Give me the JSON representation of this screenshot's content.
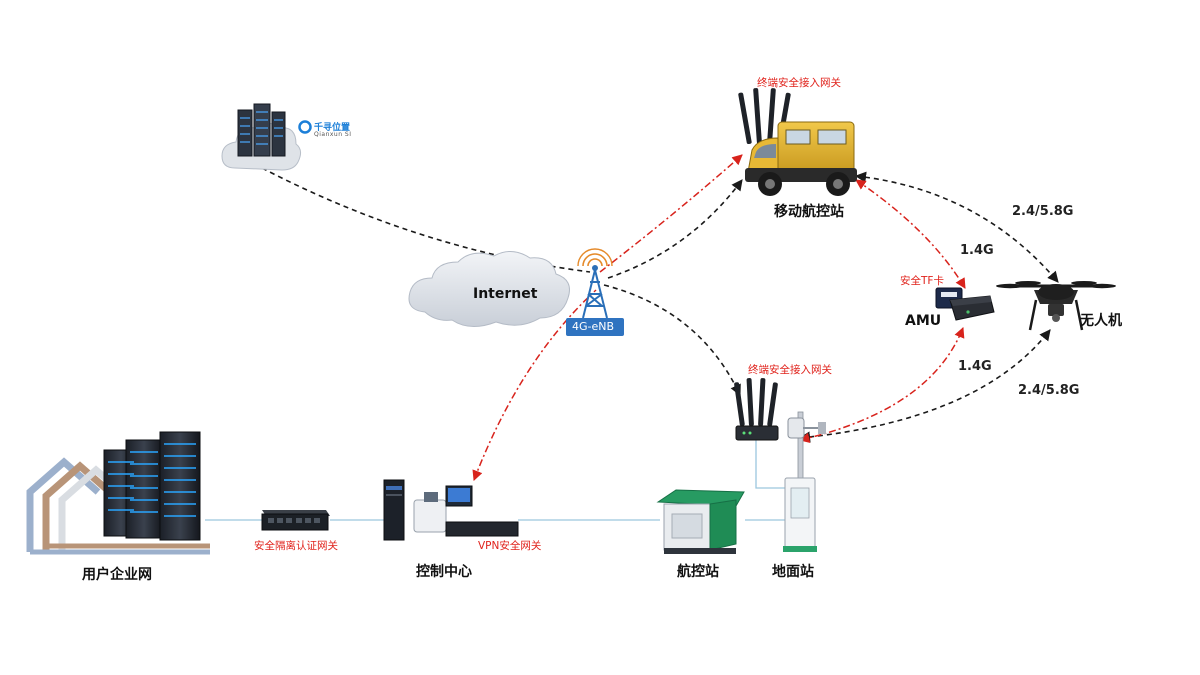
{
  "colors": {
    "black_link": "#1a1a1a",
    "secure_link": "#d8231c",
    "lan_link": "#9cc6de",
    "label_red": "#e0221b"
  },
  "cloud_provider": {
    "brand_line1": "千寻位置",
    "brand_line2": "Qianxun SI"
  },
  "internet": {
    "label": "Internet"
  },
  "tower": {
    "label": "4G-eNB"
  },
  "mobile_station": {
    "gateway_label": "终端安全接入网关",
    "label": "移动航控站"
  },
  "amu": {
    "label": "AMU",
    "tf_card_label": "安全TF卡"
  },
  "drone": {
    "label": "无人机"
  },
  "ground_station": {
    "gateway_label": "终端安全接入网关",
    "label": "地面站"
  },
  "links": {
    "vehicle_amu": "1.4G",
    "vehicle_drone": "2.4/5.8G",
    "amu_ground": "1.4G",
    "drone_ground": "2.4/5.8G"
  },
  "enterprise": {
    "label": "用户企业网"
  },
  "isolation_gateway": {
    "label": "安全隔离认证网关"
  },
  "control_center": {
    "label": "控制中心",
    "vpn_label": "VPN安全网关"
  },
  "flight_station": {
    "label": "航控站"
  }
}
